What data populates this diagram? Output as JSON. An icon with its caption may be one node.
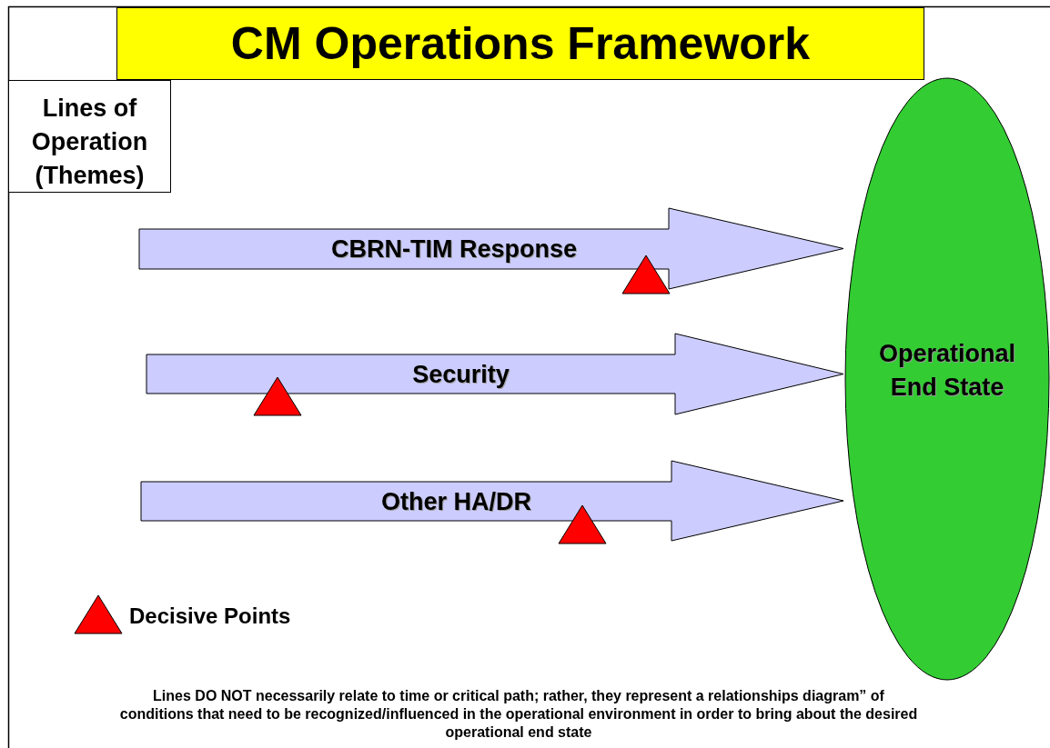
{
  "diagram": {
    "title": "CM Operations Framework",
    "nodes": [
      {
        "text": [
          "Lines of Operation (Themes)"
        ]
      },
      {
        "text": [
          "CBRN-TIM Response"
        ]
      },
      {
        "text": [
          "Security"
        ]
      },
      {
        "text": [
          "Other HA/DR"
        ]
      },
      {
        "text": [
          "Operational End State"
        ]
      }
    ],
    "legend": [
      {
        "text": "Decisive Points"
      }
    ],
    "caption": "Lines DO NOT necessarily relate to time or critical path; rather, they represent a relationships diagram” of conditions that need to be recognized/influenced in the operational environment in order to bring about the desired operational end state"
  }
}
